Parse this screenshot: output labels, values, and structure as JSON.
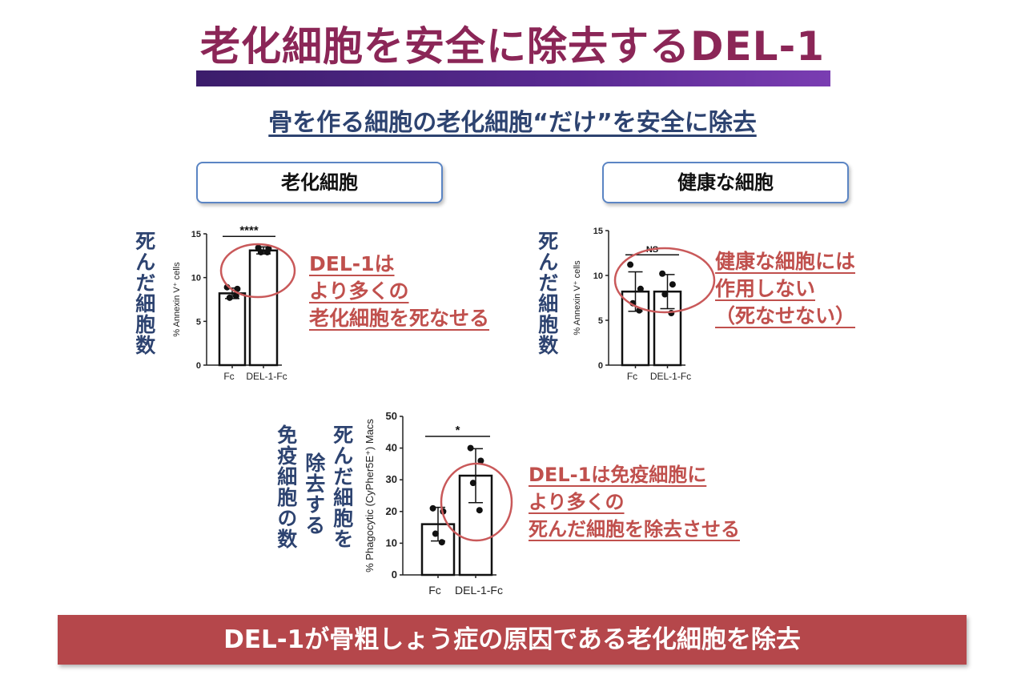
{
  "title": "老化細胞を安全に除去するDEL-1",
  "subtitle": "骨を作る細胞の老化細胞“だけ”を安全に除去",
  "boxes": {
    "left": "老化細胞",
    "right": "健康な細胞"
  },
  "side_labels": {
    "left": "死んだ細胞数",
    "right": "死んだ細胞数",
    "bottom_col1": "死んだ細胞を",
    "bottom_col2": "除去する",
    "bottom_col3": "免疫細胞の数"
  },
  "notes": {
    "left": [
      "DEL-1は",
      "より多くの",
      "老化細胞を死なせる"
    ],
    "right": [
      "健康な細胞には",
      "作用しない",
      "（死なせない）"
    ],
    "bottom": [
      "DEL-1は免疫細胞に",
      "より多くの",
      "死んだ細胞を除去させる"
    ]
  },
  "banner": "DEL-1が骨粗しょう症の原因である老化細胞を除去",
  "colors": {
    "title": "#8b2657",
    "navy": "#2d4370",
    "red": "#c0504d",
    "banner": "#b5474b"
  },
  "chart_data": [
    {
      "type": "bar",
      "ylabel": "% Annexin V⁺ cells",
      "categories": [
        "Fc",
        "DEL-1-Fc"
      ],
      "ylim": [
        0,
        15
      ],
      "yticks": [
        0,
        5,
        10,
        15
      ],
      "values": [
        8.2,
        13.1
      ],
      "sd": [
        0.6,
        0.4
      ],
      "points": [
        [
          8.9,
          8.7,
          7.7,
          7.9
        ],
        [
          13.4,
          13.3,
          12.9,
          12.9
        ]
      ],
      "significance": "****",
      "sig_y": 14.7
    },
    {
      "type": "bar",
      "ylabel": "% Annexin V⁺ cells",
      "categories": [
        "Fc",
        "DEL-1-Fc"
      ],
      "ylim": [
        0,
        15
      ],
      "yticks": [
        0,
        5,
        10,
        15
      ],
      "values": [
        8.2,
        8.2
      ],
      "sd": [
        2.2,
        1.9
      ],
      "points": [
        [
          11.2,
          8.5,
          6.9,
          6.1
        ],
        [
          10.2,
          9.0,
          7.9,
          5.8
        ]
      ],
      "significance": "NS",
      "sig_y": 12.3
    },
    {
      "type": "bar",
      "ylabel": "% Phagocytic (CyPher5E⁺) Macs",
      "categories": [
        "Fc",
        "DEL-1-Fc"
      ],
      "ylim": [
        0,
        50
      ],
      "yticks": [
        0,
        10,
        20,
        30,
        40,
        50
      ],
      "values": [
        16,
        31.3
      ],
      "sd": [
        5.3,
        8.5
      ],
      "points": [
        [
          21,
          20,
          13,
          10.3
        ],
        [
          40,
          36,
          29,
          20.4
        ]
      ],
      "significance": "*",
      "sig_y": 43.7
    }
  ]
}
